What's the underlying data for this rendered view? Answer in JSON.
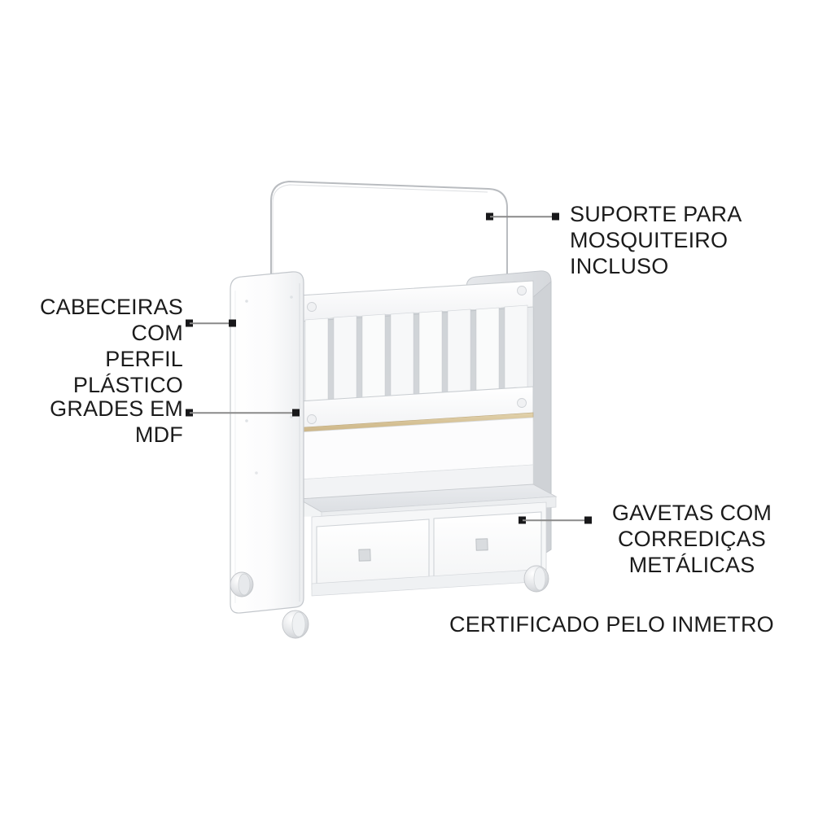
{
  "page": {
    "background_color": "#ffffff",
    "product_type": "berco-crib-infographic",
    "language": "pt-BR"
  },
  "callouts": [
    {
      "id": "suporte",
      "text": "SUPORTE PARA\nMOSQUITEIRO INCLUSO",
      "side": "right",
      "anchor": "mosquito-net-arch"
    },
    {
      "id": "cabeceiras",
      "text": "CABECEIRAS COM\nPERFIL PLÁSTICO",
      "side": "left",
      "anchor": "headboard-panel"
    },
    {
      "id": "grades",
      "text": "GRADES EM MDF",
      "side": "left",
      "anchor": "slat-rail"
    },
    {
      "id": "gavetas",
      "text": "GAVETAS COM\nCORREDIÇAS METÁLICAS",
      "side": "right",
      "anchor": "drawer-front"
    },
    {
      "id": "inmetro",
      "text": "CERTIFICADO PELO INMETRO",
      "side": "bottom",
      "anchor": "none"
    }
  ],
  "colors": {
    "text": "#1b1b1b",
    "leader_line": "#8a8a8a",
    "leader_dot": "#18181a",
    "furniture_white": "#fdfdfd",
    "furniture_shade": "#e8eaec",
    "furniture_shade_dark": "#d3d6da",
    "furniture_edge": "#c3c7cc",
    "wood_trim": "#d9c49a",
    "caster_gray": "#d8dadd",
    "arch_wire": "#b9bcc0",
    "interior_shadow": "#e2e4e7"
  },
  "illustration": {
    "label": "white wooden baby crib with mosquito net support arch, MDF slatted rail, two drawers with metal slides and caster wheels",
    "parts": [
      "mosquito-net-arch",
      "left-headboard-panel",
      "right-headboard-panel",
      "slat-rail",
      "bed-base-wood-trim",
      "middle-shelf",
      "drawer-left",
      "drawer-right",
      "drawer-handle-left",
      "drawer-handle-right",
      "caster-front-left",
      "caster-rear-left",
      "caster-front-right",
      "screw-cap"
    ],
    "slat_count": 8,
    "drawer_count": 2,
    "caster_count": 4
  }
}
